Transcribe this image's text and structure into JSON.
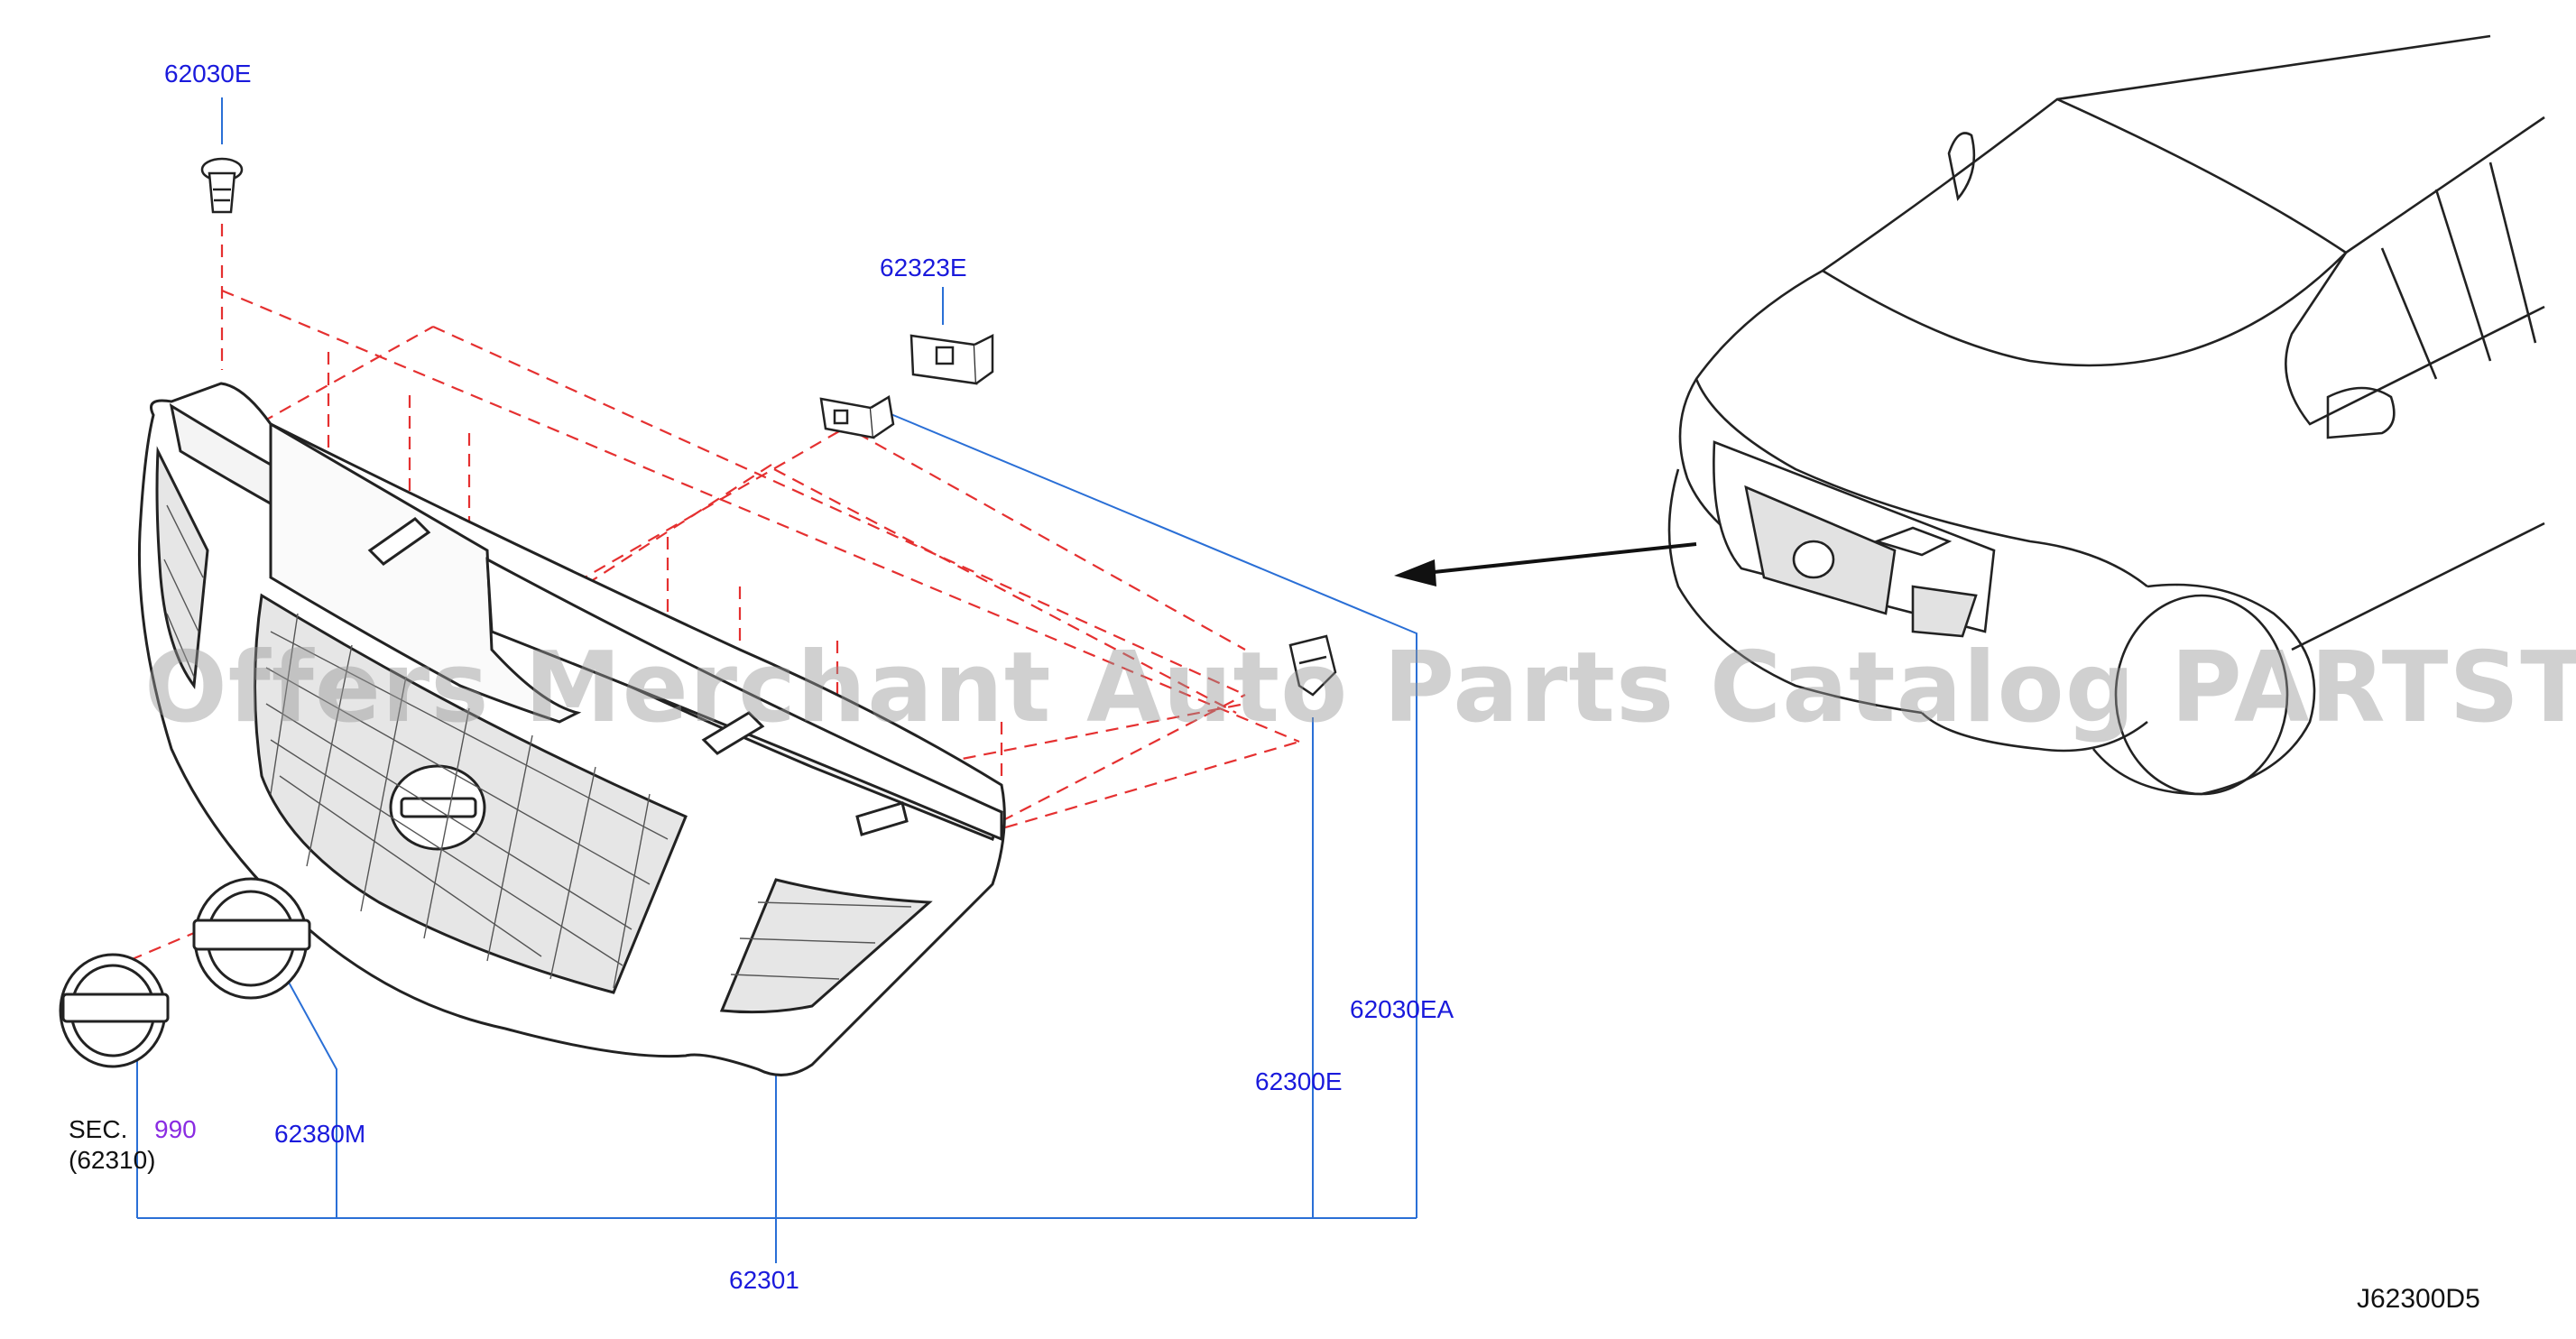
{
  "labels": {
    "clip_top": "62030E",
    "bracket": "62323E",
    "grille": "62301",
    "emblem": "62380M",
    "sec": "SEC.",
    "sec_num": "990",
    "sec_ref": "(62310)",
    "clip_side": "62300E",
    "clip_side_assy": "62030EA",
    "diagram_code": "J62300D5"
  },
  "watermark": "Offers Merchant Auto Parts Catalog PARTSTORE.SA",
  "colors": {
    "leader": "#2a6fd6",
    "dash": "#e53030",
    "outline": "#222222",
    "part_label": "#1a1adc",
    "sec_number": "#8a2be2"
  },
  "icons": [
    "push-clip-icon",
    "bracket-icon",
    "emblem-icon",
    "vehicle-icon",
    "arrow-icon"
  ]
}
